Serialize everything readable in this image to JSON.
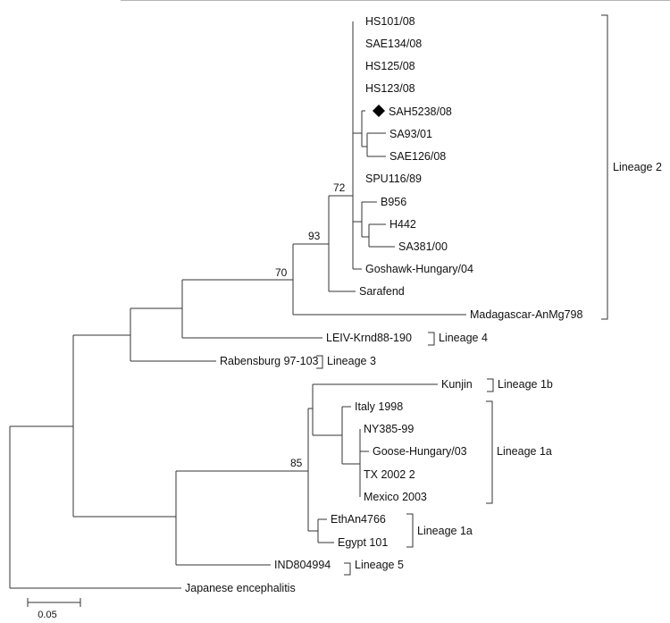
{
  "figure": {
    "type": "phylogenetic-tree",
    "scale_bar": {
      "value": 0.05,
      "label": "0.05"
    },
    "marker_legend": {
      "symbol": "diamond",
      "marks_taxon": "SAH5238/08"
    }
  },
  "taxa": [
    {
      "id": "HS101_08",
      "label": "HS101/08"
    },
    {
      "id": "SAE134_08",
      "label": "SAE134/08"
    },
    {
      "id": "HS125_08",
      "label": "HS125/08"
    },
    {
      "id": "HS123_08",
      "label": "HS123/08"
    },
    {
      "id": "SAH5238_08",
      "label": "SAH5238/08",
      "marked": true
    },
    {
      "id": "SA93_01",
      "label": "SA93/01"
    },
    {
      "id": "SAE126_08",
      "label": "SAE126/08"
    },
    {
      "id": "SPU116_89",
      "label": "SPU116/89"
    },
    {
      "id": "B956",
      "label": "B956"
    },
    {
      "id": "H442",
      "label": "H442"
    },
    {
      "id": "SA381_00",
      "label": "SA381/00"
    },
    {
      "id": "Goshawk_Hungary_04",
      "label": "Goshawk-Hungary/04"
    },
    {
      "id": "Sarafend",
      "label": "Sarafend"
    },
    {
      "id": "Madagascar_AnMg798",
      "label": "Madagascar-AnMg798"
    },
    {
      "id": "LEIV_Krnd88_190",
      "label": "LEIV-Krnd88-190"
    },
    {
      "id": "Rabensburg_97_103",
      "label": "Rabensburg 97-103"
    },
    {
      "id": "Kunjin",
      "label": "Kunjin"
    },
    {
      "id": "Italy_1998",
      "label": "Italy 1998"
    },
    {
      "id": "NY385_99",
      "label": "NY385-99"
    },
    {
      "id": "Goose_Hungary_03",
      "label": "Goose-Hungary/03"
    },
    {
      "id": "TX_2002_2",
      "label": "TX 2002 2"
    },
    {
      "id": "Mexico_2003",
      "label": "Mexico 2003"
    },
    {
      "id": "EthAn4766",
      "label": "EthAn4766"
    },
    {
      "id": "Egypt_101",
      "label": "Egypt 101"
    },
    {
      "id": "IND804994",
      "label": "IND804994"
    },
    {
      "id": "Japanese_encephalitis",
      "label": "Japanese encephalitis"
    }
  ],
  "support_values": [
    {
      "node": "lineage2_plus_madagascar",
      "value": "70"
    },
    {
      "node": "lineage2_plus_sarafend",
      "value": "93"
    },
    {
      "node": "lineage2_core",
      "value": "72"
    },
    {
      "node": "lineage1",
      "value": "85"
    }
  ],
  "lineages": [
    {
      "id": "lineage2",
      "label": "Lineage 2",
      "from": "HS101_08",
      "to": "Madagascar_AnMg798"
    },
    {
      "id": "lineage4",
      "label": "Lineage 4",
      "from": "LEIV_Krnd88_190",
      "to": "LEIV_Krnd88_190"
    },
    {
      "id": "lineage3",
      "label": "Lineage 3",
      "from": "Rabensburg_97_103",
      "to": "Rabensburg_97_103"
    },
    {
      "id": "lineage1b",
      "label": "Lineage 1b",
      "from": "Kunjin",
      "to": "Kunjin"
    },
    {
      "id": "lineage1a_a",
      "label": "Lineage 1a",
      "from": "Italy_1998",
      "to": "Mexico_2003"
    },
    {
      "id": "lineage1a_b",
      "label": "Lineage 1a",
      "from": "EthAn4766",
      "to": "Egypt_101"
    },
    {
      "id": "lineage5",
      "label": "Lineage 5",
      "from": "IND804994",
      "to": "IND804994"
    }
  ]
}
